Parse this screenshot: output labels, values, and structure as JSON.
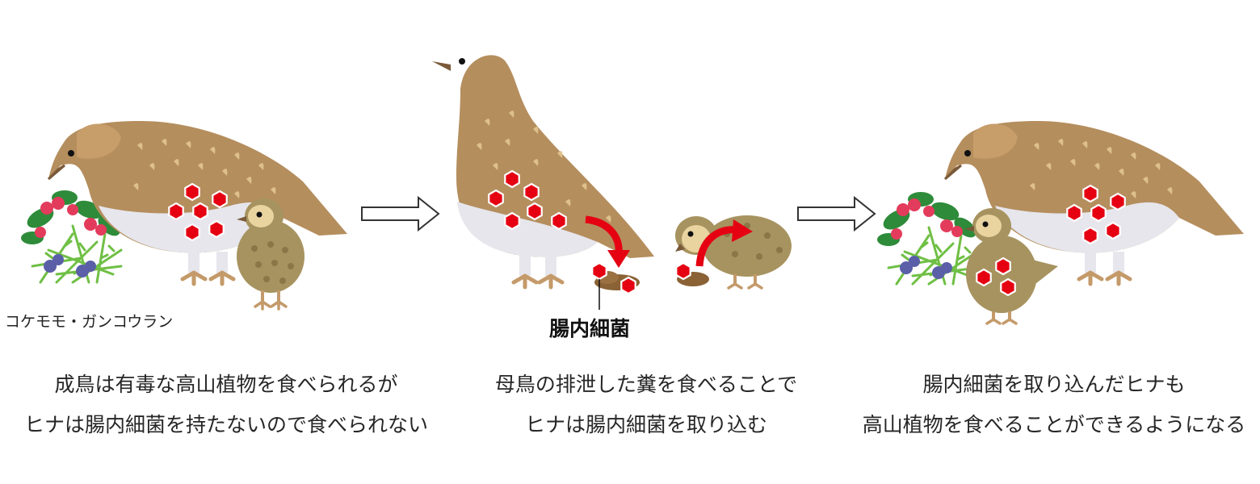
{
  "panels": [
    {
      "plant_label": "コケモモ・ガンコウラン",
      "caption": [
        "成鳥は有毒な高山植物を食べられるが",
        "ヒナは腸内細菌を持たないので食べられない"
      ]
    },
    {
      "bacteria_label": "腸内細菌",
      "caption": [
        "母鳥の排泄した糞を食べることで",
        "ヒナは腸内細菌を取り込む"
      ]
    },
    {
      "caption": [
        "腸内細菌を取り込んだヒナも",
        "高山植物を食べることができるようになる"
      ]
    }
  ],
  "colors": {
    "adult_body": "#b58e5e",
    "adult_belly": "#e6e6ec",
    "chick_body": "#a7935f",
    "chick_face": "#e9d39f",
    "bacteria": "#e50012",
    "red_arrow": "#e50012",
    "berry": "#e33b5b",
    "crowberry": "#5b5fa8",
    "leaf": "#2e8b3a",
    "moss": "#6fbf44",
    "dropping": "#8a6235"
  },
  "icons": [
    "bird-icon",
    "chick-icon",
    "bacteria-icon",
    "berry-plant-icon",
    "process-arrow-icon",
    "dropping-icon"
  ]
}
